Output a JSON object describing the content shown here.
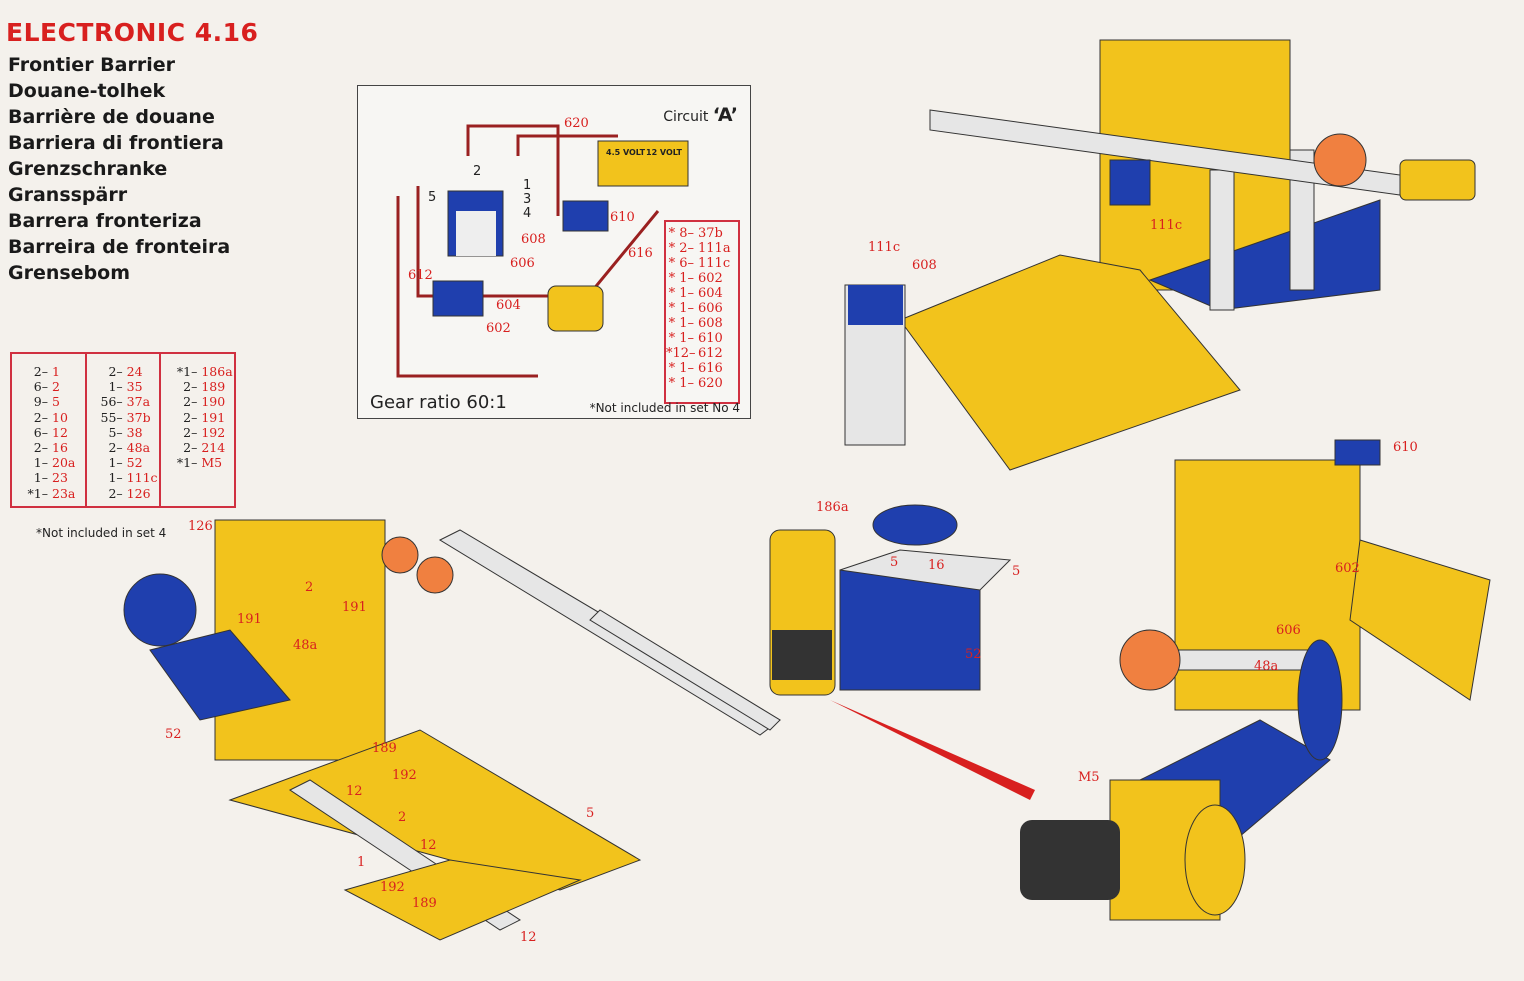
{
  "header": {
    "title": "ELECTRONIC 4.16",
    "names": [
      "Frontier Barrier",
      "Douane-tolhek",
      "Barrière de douane",
      "Barriera di frontiera",
      "Grenzschranke",
      "Gransspärr",
      "Barrera fronteriza",
      "Barreira de fronteira",
      "Grensebom"
    ]
  },
  "parts_list": {
    "columns": [
      [
        {
          "q": "2–",
          "p": "1"
        },
        {
          "q": "6–",
          "p": "2"
        },
        {
          "q": "9–",
          "p": "5"
        },
        {
          "q": "2–",
          "p": "10"
        },
        {
          "q": "6–",
          "p": "12"
        },
        {
          "q": "2–",
          "p": "16"
        },
        {
          "q": "1–",
          "p": "20a"
        },
        {
          "q": "1–",
          "p": "23"
        },
        {
          "q": "*1–",
          "p": "23a"
        }
      ],
      [
        {
          "q": "2–",
          "p": "24"
        },
        {
          "q": "1–",
          "p": "35"
        },
        {
          "q": "56–",
          "p": "37a"
        },
        {
          "q": "55–",
          "p": "37b"
        },
        {
          "q": "5–",
          "p": "38"
        },
        {
          "q": "2–",
          "p": "48a"
        },
        {
          "q": "1–",
          "p": "52"
        },
        {
          "q": "1–",
          "p": "111c"
        },
        {
          "q": "2–",
          "p": "126"
        }
      ],
      [
        {
          "q": "*1–",
          "p": "186a"
        },
        {
          "q": "2–",
          "p": "189"
        },
        {
          "q": "2–",
          "p": "190"
        },
        {
          "q": "2–",
          "p": "191"
        },
        {
          "q": "2–",
          "p": "192"
        },
        {
          "q": "2–",
          "p": "214"
        },
        {
          "q": "*1–",
          "p": "M5"
        }
      ]
    ],
    "note": "*Not included in set 4"
  },
  "circuit": {
    "title": "Circuit",
    "title_letter": "‘A’",
    "battery_labels": [
      "4.5 VOLT",
      "12 VOLT"
    ],
    "callouts": [
      "620",
      "5",
      "2",
      "1",
      "3",
      "4",
      "610",
      "608",
      "616",
      "606",
      "612",
      "604",
      "602"
    ],
    "parts": [
      {
        "q": "* 8–",
        "p": "37b"
      },
      {
        "q": "* 2–",
        "p": "111a"
      },
      {
        "q": "* 6–",
        "p": "111c"
      },
      {
        "q": "* 1–",
        "p": "602"
      },
      {
        "q": "* 1–",
        "p": "604"
      },
      {
        "q": "* 1–",
        "p": "606"
      },
      {
        "q": "* 1–",
        "p": "608"
      },
      {
        "q": "* 1–",
        "p": "610"
      },
      {
        "q": "*12–",
        "p": "612"
      },
      {
        "q": "* 1–",
        "p": "616"
      },
      {
        "q": "* 1–",
        "p": "620"
      }
    ],
    "gear_ratio": "Gear ratio 60:1",
    "note": "*Not included in set No 4"
  },
  "model_top_right": {
    "callouts": [
      "111c",
      "608",
      "111c"
    ]
  },
  "model_bottom_left": {
    "callouts": [
      "126",
      "2",
      "191",
      "191",
      "48a",
      "52",
      "189",
      "192",
      "12",
      "2",
      "12",
      "5",
      "1",
      "192",
      "189",
      "12"
    ]
  },
  "model_middle": {
    "callouts": [
      "186a",
      "5",
      "16",
      "5",
      "52"
    ]
  },
  "model_bottom_right": {
    "callouts": [
      "610",
      "602",
      "606",
      "48a",
      "M5"
    ]
  },
  "colors": {
    "red": "#d8201f",
    "yellow": "#f2c31c",
    "blue": "#1f3fae",
    "steel": "#e6e6e6"
  }
}
